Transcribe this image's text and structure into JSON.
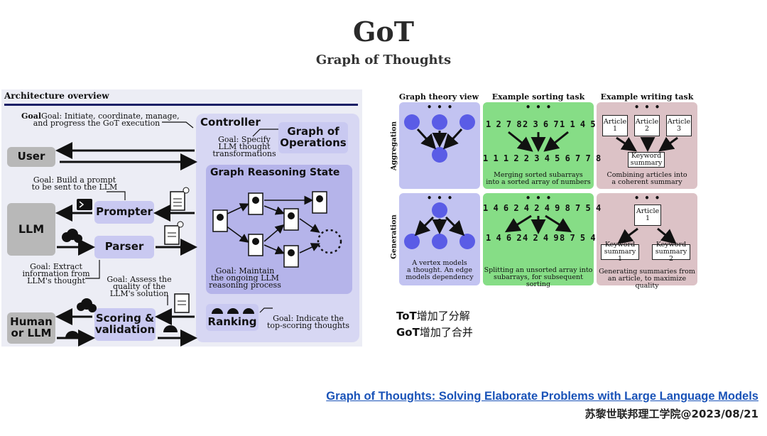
{
  "slide": {
    "title": "GoT",
    "subtitle": "Graph of Thoughts"
  },
  "architecture": {
    "heading": "Architecture overview",
    "controller_goal": [
      "Goal: Initiate, coordinate, manage,",
      "and progress the GoT execution"
    ],
    "controller_label": "Controller",
    "graph_ops_goal": [
      "Goal: Specify",
      "LLM thought",
      "transformations"
    ],
    "graph_ops_label": [
      "Graph of",
      "Operations"
    ],
    "user_label": "User",
    "prompter_goal": [
      "Goal: Build a prompt",
      "to be sent to the LLM"
    ],
    "llm_label": "LLM",
    "prompter_label": "Prompter",
    "parser_label": "Parser",
    "grs_label": "Graph Reasoning State",
    "grs_goal": [
      "Goal: Maintain",
      "the ongoing LLM",
      "reasoning process"
    ],
    "parser_goal": [
      "Goal: Extract",
      "information from",
      "LLM's thought"
    ],
    "scoring_goal": [
      "Goal: Assess the",
      "quality of the",
      "LLM's solution"
    ],
    "human_label": [
      "Human",
      "or LLM"
    ],
    "scoring_label": [
      "Scoring &",
      "validation"
    ],
    "ranking_label": "Ranking",
    "ranking_goal": [
      "Goal: Indicate the",
      "top-scoring thoughts"
    ],
    "goal_word": "Goal"
  },
  "examples": {
    "col_heads": [
      "Graph theory view",
      "Example sorting task",
      "Example writing task"
    ],
    "row_heads": [
      "Aggregation",
      "Generation"
    ],
    "ellipsis": "• • •",
    "aggregation": {
      "sort_inputs": [
        "1 2 7 8",
        "2 3 6 7",
        "1 1 4 5"
      ],
      "sort_output": "1 1 1 2 2 3 4 5 6 7 7 8",
      "sort_caption": [
        "Merging sorted subarrays",
        "into a sorted array of numbers"
      ],
      "articles": [
        [
          "Article",
          "1"
        ],
        [
          "Article",
          "2"
        ],
        [
          "Article",
          "3"
        ]
      ],
      "summary": [
        "Keyword",
        "summary"
      ],
      "write_caption": [
        "Combining articles into",
        "a coherent summary"
      ]
    },
    "generation": {
      "graph_caption": [
        "A vertex models",
        "a thought. An edge",
        "models dependency"
      ],
      "sort_input": "1 4 6 2 4 2 4 9 8 7 5 4",
      "sort_outputs": [
        "1 4 6 2",
        "4 2 4 9",
        "8 7 5 4"
      ],
      "sort_caption": [
        "Splitting an unsorted array into",
        "subarrays, for subsequent sorting"
      ],
      "article": [
        "Article",
        "1"
      ],
      "summaries": [
        [
          "Keyword",
          "summary 1"
        ],
        [
          "Keyword",
          "summary 2"
        ]
      ],
      "write_caption": [
        "Generating summaries from",
        "an article, to maximize quality"
      ]
    }
  },
  "notes": {
    "tot": {
      "prefix": "ToT",
      "text": "增加了分解"
    },
    "got": {
      "prefix": "GoT",
      "text": "增加了合并"
    }
  },
  "footer": {
    "paper_link": "Graph of Thoughts: Solving Elaborate Problems with Large Language Models",
    "credit": "苏黎世联邦理工学院@2023/08/21"
  },
  "colors": {
    "gray_box": "#b8b8b8",
    "purple_box": "#c9c9f1",
    "green_cell": "#86dd86",
    "pink_cell": "#dcc2c6",
    "link": "#1a53b8"
  }
}
